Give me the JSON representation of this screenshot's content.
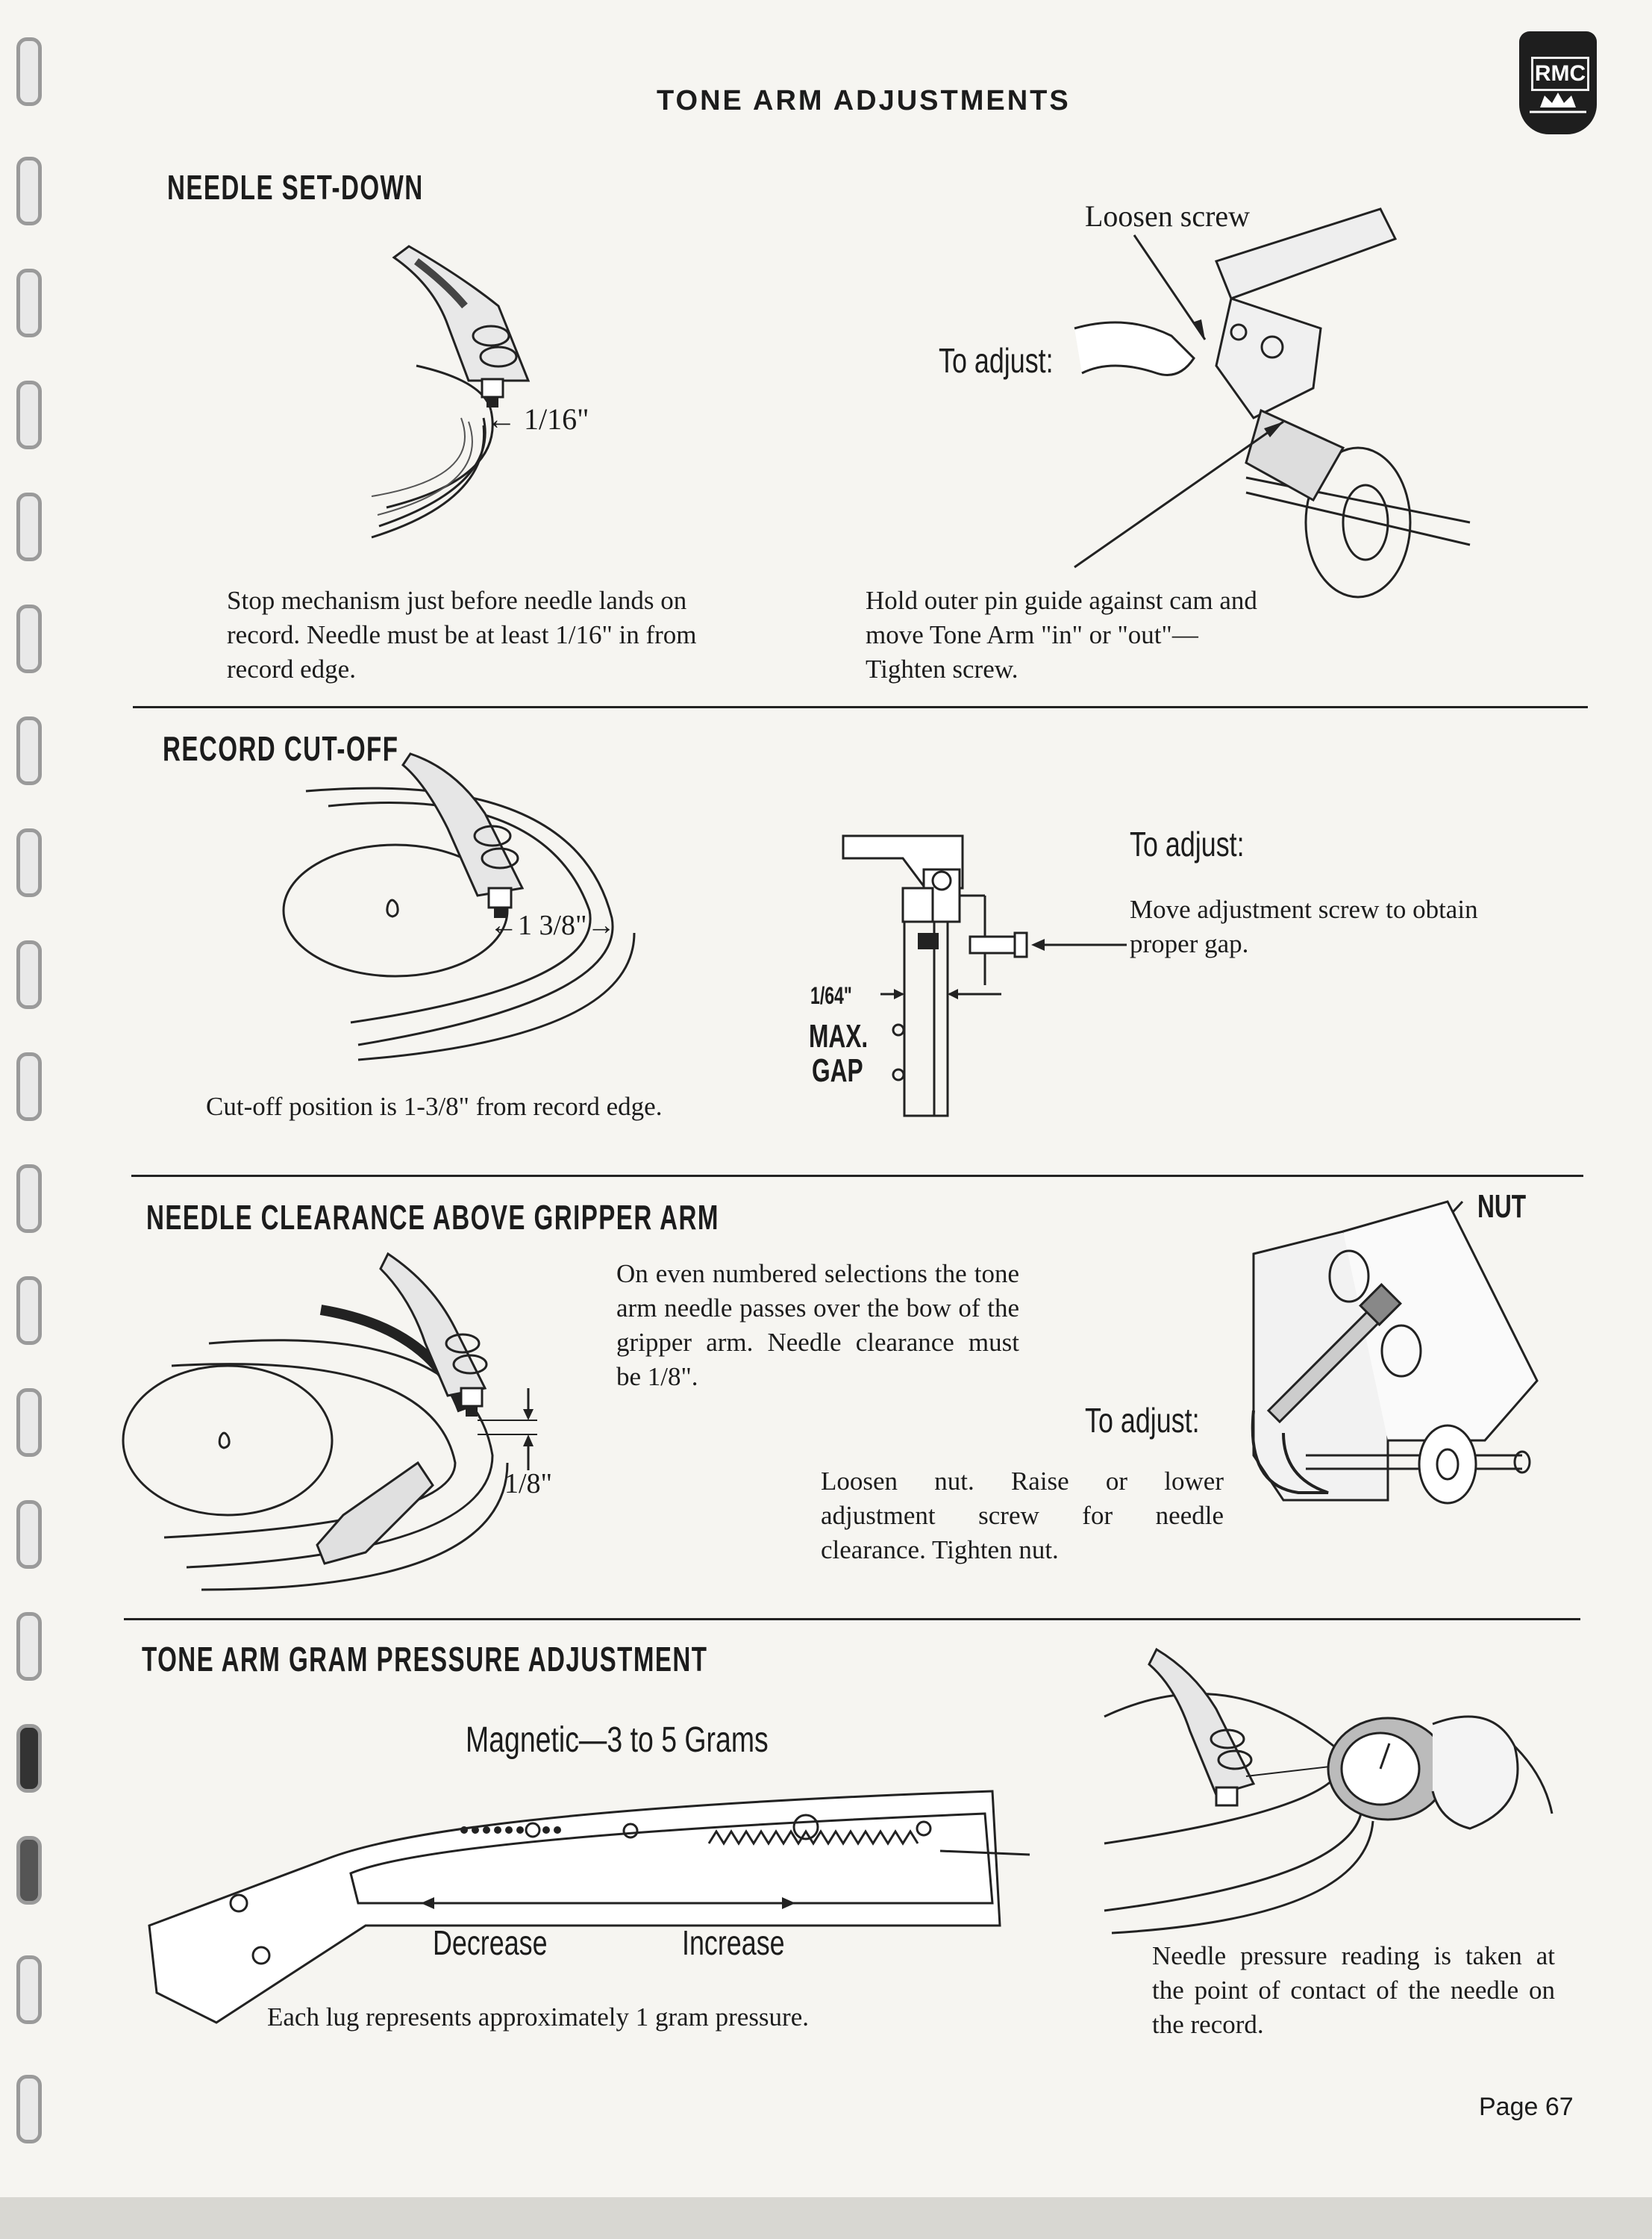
{
  "page_title": "TONE ARM ADJUSTMENTS",
  "logo": {
    "text": "RMC",
    "icon": "crown-icon"
  },
  "sections": {
    "set_down": {
      "heading": "NEEDLE SET-DOWN",
      "dim": "← 1/16\"",
      "caption": "Stop mechanism just before needle lands on record. Needle must be at least 1/16\" in from record edge.",
      "loosen": "Loosen screw",
      "to_adjust": "To adjust:",
      "hold_caption": "Hold outer pin guide against cam and move Tone Arm \"in\" or \"out\"—Tighten screw."
    },
    "cutoff": {
      "heading": "RECORD CUT-OFF",
      "dim": "←1 3/8\"→",
      "caption": "Cut-off position is 1-3/8\" from record edge.",
      "to_adjust": "To adjust:",
      "adjust_text": "Move adjustment screw to obtain proper gap.",
      "gap_fraction": "1/64\"",
      "gap_max": "MAX.",
      "gap_gap": "GAP"
    },
    "clearance": {
      "heading": "NEEDLE CLEARANCE ABOVE GRIPPER ARM",
      "dim": "1/8\"",
      "text": "On even numbered selections the tone arm needle passes over the bow of the gripper arm. Needle clearance must be 1/8\".",
      "to_adjust": "To adjust:",
      "adjust_text": "Loosen nut. Raise or lower adjustment screw for needle clearance. Tighten nut.",
      "nut_label": "NUT"
    },
    "pressure": {
      "heading": "TONE ARM GRAM PRESSURE ADJUSTMENT",
      "subtitle": "Magnetic—3 to 5 Grams",
      "decrease": "Decrease",
      "increase": "Increase",
      "lug_caption": "Each lug represents approximately 1 gram pressure.",
      "reading_caption": "Needle pressure reading is taken at the point of contact of the needle on the record."
    }
  },
  "page_number": "Page 67"
}
